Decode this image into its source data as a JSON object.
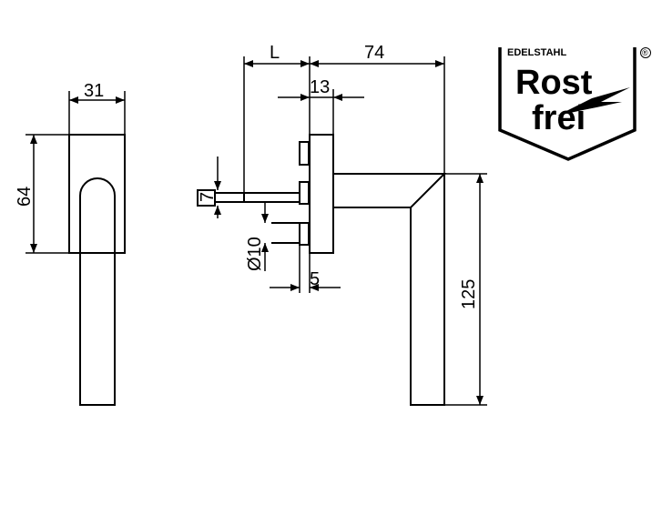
{
  "dimensions": {
    "side_width": "31",
    "side_height": "64",
    "length_var": "L",
    "handle_length": "74",
    "rose_thickness": "13",
    "square": "7",
    "pin_diameter": "Ø10",
    "offset": "5",
    "handle_height": "125"
  },
  "logo": {
    "top_text": "EDELSTAHL",
    "registered": "®",
    "line1": "Rost",
    "line2": "frei"
  }
}
